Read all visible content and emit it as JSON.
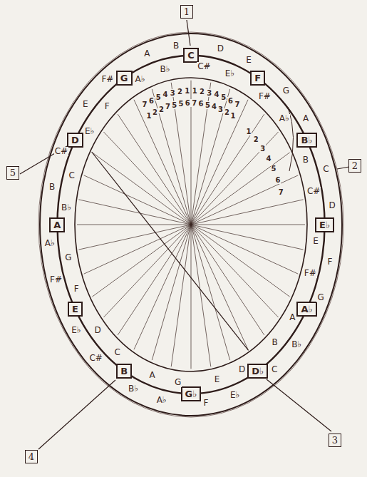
{
  "diagram": {
    "nodes": [
      {
        "text": [
          "1"
        ]
      },
      {
        "text": [
          "2"
        ]
      },
      {
        "text": [
          "3"
        ]
      },
      {
        "text": [
          "4"
        ]
      },
      {
        "text": [
          "5"
        ]
      },
      {
        "text": [
          "C"
        ]
      },
      {
        "text": [
          "F"
        ]
      },
      {
        "text": [
          "B♭"
        ]
      },
      {
        "text": [
          "E♭"
        ]
      },
      {
        "text": [
          "A♭"
        ]
      },
      {
        "text": [
          "D♭"
        ]
      },
      {
        "text": [
          "G♭"
        ]
      },
      {
        "text": [
          "B"
        ]
      },
      {
        "text": [
          "E"
        ]
      },
      {
        "text": [
          "A"
        ]
      },
      {
        "text": [
          "D"
        ]
      },
      {
        "text": [
          "G"
        ]
      }
    ],
    "labels": [
      "C#",
      "D",
      "E♭",
      "E",
      "F#",
      "G",
      "A♭",
      "A",
      "B",
      "C",
      "C#",
      "D",
      "E",
      "F",
      "F#",
      "G",
      "A",
      "B♭",
      "B",
      "C",
      "D",
      "E♭",
      "E",
      "F",
      "G",
      "A♭",
      "A",
      "B♭",
      "C",
      "C#",
      "D",
      "E♭",
      "F",
      "F#",
      "G",
      "A♭",
      "B♭",
      "B",
      "C",
      "C#",
      "E♭",
      "E",
      "F",
      "F#",
      "A♭",
      "A",
      "B♭",
      "B",
      "7",
      "6",
      "5",
      "4",
      "3",
      "2",
      "1",
      "1",
      "2",
      "3",
      "4",
      "5",
      "6",
      "7",
      "1",
      "2",
      "2",
      "7",
      "5",
      "5",
      "6",
      "7",
      "6",
      "5",
      "4",
      "3",
      "2",
      "1",
      "1",
      "2",
      "3",
      "4",
      "5",
      "6",
      "7"
    ]
  }
}
